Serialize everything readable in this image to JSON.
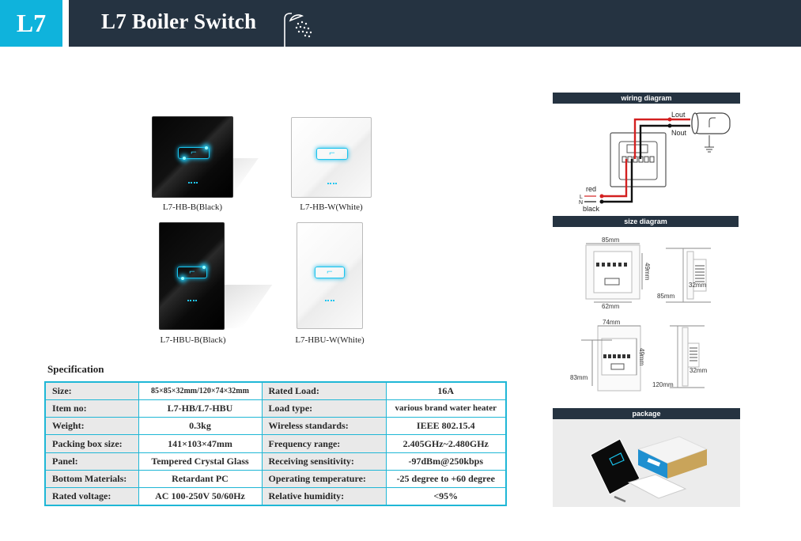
{
  "header": {
    "badge": "L7",
    "title": "L7 Boiler Switch",
    "icon": "shower-icon"
  },
  "products": [
    {
      "model": "L7-HB-B(Black)",
      "color": "black"
    },
    {
      "model": "L7-HB-W(White)",
      "color": "white"
    },
    {
      "model": "L7-HBU-B(Black)",
      "color": "black"
    },
    {
      "model": "L7-HBU-W(White)",
      "color": "white"
    }
  ],
  "specification": {
    "title": "Specification",
    "rows": [
      {
        "label1": "Size:",
        "value1": "85×85×32mm/120×74×32mm",
        "label2": "Rated Load:",
        "value2": "16A"
      },
      {
        "label1": "Item no:",
        "value1": "L7-HB/L7-HBU",
        "label2": "Load type:",
        "value2": "various brand water heater"
      },
      {
        "label1": "Weight:",
        "value1": "0.3kg",
        "label2": "Wireless standards:",
        "value2": "IEEE 802.15.4"
      },
      {
        "label1": "Packing box size:",
        "value1": "141×103×47mm",
        "label2": "Frequency range:",
        "value2": "2.405GHz~2.480GHz"
      },
      {
        "label1": "Panel:",
        "value1": "Tempered Crystal Glass",
        "label2": "Receiving sensitivity:",
        "value2": "-97dBm@250kbps"
      },
      {
        "label1": "Bottom Materials:",
        "value1": "Retardant PC",
        "label2": "Operating temperature:",
        "value2": "-25 degree to +60 degree"
      },
      {
        "label1": "Rated voltage:",
        "value1": "AC 100-250V 50/60Hz",
        "label2": "Relative humidity:",
        "value2": "<95%"
      }
    ]
  },
  "wiring": {
    "title": "wiring diagram",
    "labels": {
      "lout": "Lout",
      "nout": "Nout",
      "red": "red",
      "black": "black",
      "l": "L",
      "n": "N"
    }
  },
  "size": {
    "title": "size diagram",
    "square": {
      "width": "85mm",
      "inner_height": "49mm",
      "bottom": "62mm",
      "side_height": "85mm",
      "depth": "32mm"
    },
    "rect": {
      "width": "74mm",
      "inner_height": "49mm",
      "left": "83mm",
      "side_height": "120mm",
      "depth": "32mm"
    }
  },
  "package": {
    "title": "package"
  },
  "colors": {
    "accent": "#0fb3dc",
    "header_bg": "#253341",
    "table_border": "#1fb7d6",
    "label_bg": "#e9e9e9",
    "wire_red": "#d32020",
    "wire_black": "#111111"
  }
}
